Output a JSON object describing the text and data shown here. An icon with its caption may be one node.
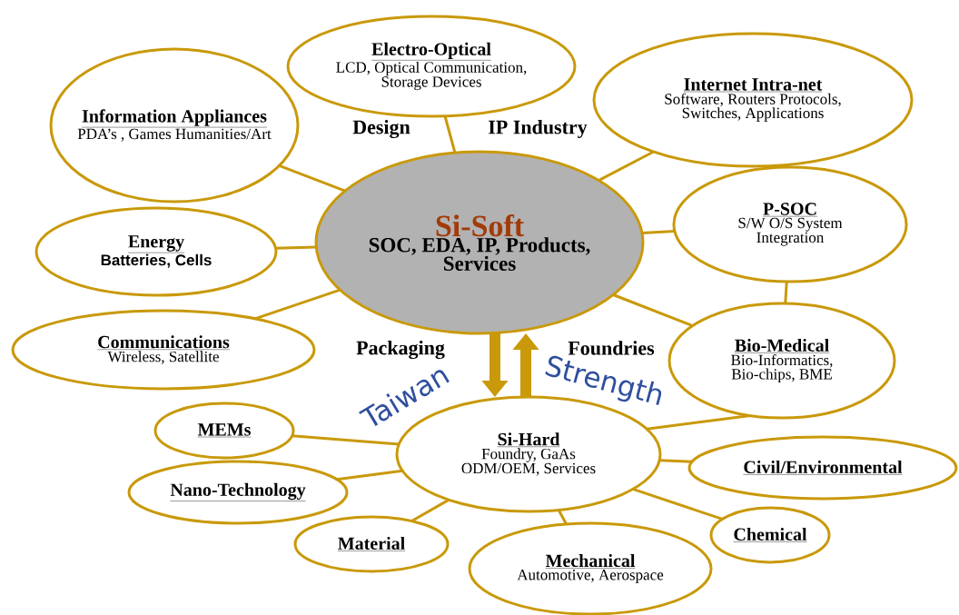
{
  "diagram": {
    "nodes": [
      {
        "text": [
          "Si-Soft",
          "SOC, EDA, IP, Products, Services"
        ]
      },
      {
        "text": [
          "Electro-Optical",
          "LCD, Optical Communication, Storage Devices"
        ]
      },
      {
        "text": [
          "Information Appliances",
          "PDA’s , Games Humanities/Art"
        ]
      },
      {
        "text": [
          "Internet Intra-net",
          "Software, Routers Protocols, Switches, Applications"
        ]
      },
      {
        "text": [
          "Energy",
          "Batteries, Cells"
        ]
      },
      {
        "text": [
          "P-SOC",
          "S/W O/S System Integration"
        ]
      },
      {
        "text": [
          "Communications",
          "Wireless, Satellite"
        ]
      },
      {
        "text": [
          "Bio-Medical",
          "Bio-Informatics, Bio-chips, BME"
        ]
      },
      {
        "text": [
          "Si-Hard",
          "Foundry, GaAs ODM/OEM, Services"
        ]
      },
      {
        "text": [
          "MEMs"
        ]
      },
      {
        "text": [
          "Nano-Technology"
        ]
      },
      {
        "text": [
          "Material"
        ]
      },
      {
        "text": [
          "Civil/Environmental"
        ]
      },
      {
        "text": [
          "Chemical"
        ]
      },
      {
        "text": [
          "Mechanical",
          "Automotive, Aerospace"
        ]
      }
    ],
    "edges": [
      {
        "from": 0,
        "to": 1,
        "arrow": "none"
      },
      {
        "from": 0,
        "to": 2,
        "arrow": "none"
      },
      {
        "from": 0,
        "to": 3,
        "arrow": "none"
      },
      {
        "from": 0,
        "to": 4,
        "arrow": "none"
      },
      {
        "from": 0,
        "to": 5,
        "arrow": "none"
      },
      {
        "from": 0,
        "to": 6,
        "arrow": "none"
      },
      {
        "from": 0,
        "to": 7,
        "arrow": "none"
      },
      {
        "from": 5,
        "to": 7,
        "arrow": "none"
      },
      {
        "from": 8,
        "to": 9,
        "arrow": "none"
      },
      {
        "from": 8,
        "to": 10,
        "arrow": "none"
      },
      {
        "from": 8,
        "to": 11,
        "arrow": "none"
      },
      {
        "from": 8,
        "to": 7,
        "arrow": "none"
      },
      {
        "from": 8,
        "to": 12,
        "arrow": "none"
      },
      {
        "from": 8,
        "to": 13,
        "arrow": "none"
      },
      {
        "from": 8,
        "to": 14,
        "arrow": "none"
      },
      {
        "from": 0,
        "to": 8,
        "arrow": "to",
        "style": "thick"
      },
      {
        "from": 8,
        "to": 0,
        "arrow": "to",
        "style": "thick"
      }
    ],
    "labels": [
      "Design",
      "IP Industry",
      "Packaging",
      "Foundries",
      "Taiwan",
      "Strength"
    ]
  }
}
